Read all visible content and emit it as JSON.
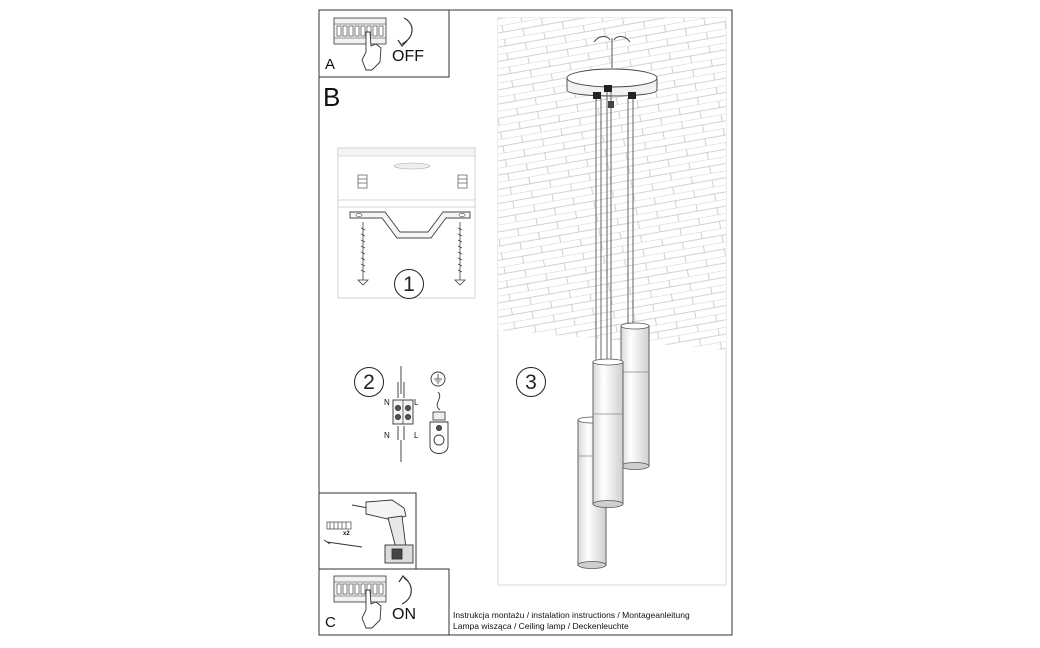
{
  "panels": {
    "a": {
      "letter": "A",
      "action": "OFF"
    },
    "b": {
      "letter": "B"
    },
    "c": {
      "letter": "C",
      "action": "ON"
    }
  },
  "steps": {
    "one": "1",
    "two": "2",
    "three": "3"
  },
  "wiring": {
    "n_top": "N",
    "l_top": "L",
    "n_bottom": "N",
    "l_bottom": "L"
  },
  "tools": {
    "count": "x2"
  },
  "caption": {
    "line1": "Instrukcja montażu / instalation instructions / Montageanleitung",
    "line2": "Lampa wisząca / Ceiling lamp / Deckenleuchte"
  }
}
